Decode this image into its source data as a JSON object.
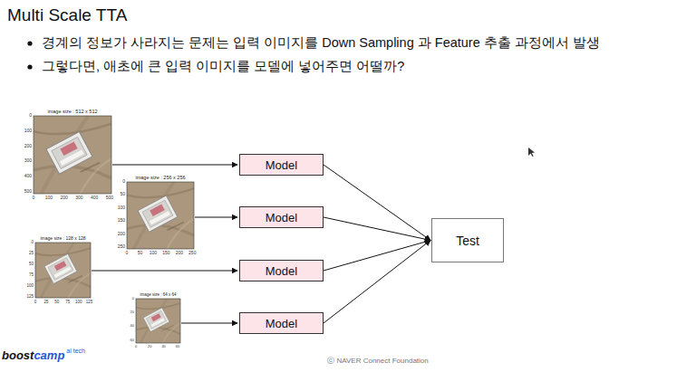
{
  "diagram": {
    "title": "Multi Scale TTA",
    "nodes": [
      {
        "text": [
          "Model"
        ]
      },
      {
        "text": [
          "Model"
        ]
      },
      {
        "text": [
          "Model"
        ]
      },
      {
        "text": [
          "Model"
        ]
      },
      {
        "text": [
          "Test"
        ]
      }
    ],
    "edges": [
      {
        "from": 0,
        "to": 4,
        "arrow": "to"
      },
      {
        "from": 1,
        "to": 4,
        "arrow": "to"
      },
      {
        "from": 2,
        "to": 4,
        "arrow": "to"
      },
      {
        "from": 3,
        "to": 4,
        "arrow": "to"
      }
    ],
    "labels": [
      "경계의 정보가 사라지는 문제는 입력 이미지를 Down Sampling 과 Feature 추출 과정에서 발생",
      "그렇다면, 애초에 큰 입력 이미지를 모델에 넣어주면 어떨까?",
      "image size : 512 x 512",
      "0",
      "100",
      "200",
      "300",
      "400",
      "500",
      "0",
      "100",
      "200",
      "300",
      "400",
      "500",
      "image size : 256 x 256",
      "0",
      "50",
      "100",
      "150",
      "200",
      "250",
      "0",
      "50",
      "100",
      "150",
      "200",
      "250",
      "image size : 128 x 128",
      "0",
      "25",
      "50",
      "75",
      "100",
      "125",
      "0",
      "25",
      "50",
      "75",
      "100",
      "125",
      "image size : 64 x 64",
      "0",
      "20",
      "40",
      "60",
      "0",
      "20",
      "40",
      "60",
      "boost",
      "camp",
      "ai tech",
      "ⓒ NAVER Connect Foundation"
    ]
  }
}
